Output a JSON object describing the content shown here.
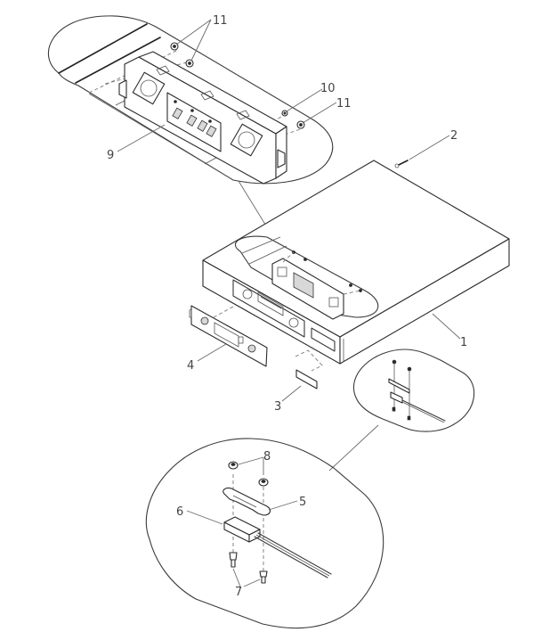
{
  "diagram": {
    "type": "exploded-parts-view",
    "callouts": [
      {
        "id": "1",
        "text": "1",
        "part": "enclosure"
      },
      {
        "id": "2",
        "text": "2",
        "part": "screw"
      },
      {
        "id": "3",
        "text": "3",
        "part": "label-plate"
      },
      {
        "id": "4",
        "text": "4",
        "part": "faceplate"
      },
      {
        "id": "5",
        "text": "5",
        "part": "mounting-bracket"
      },
      {
        "id": "6",
        "text": "6",
        "part": "sensor"
      },
      {
        "id": "7",
        "text": "7",
        "part": "screws"
      },
      {
        "id": "8",
        "text": "8",
        "part": "nuts"
      },
      {
        "id": "9",
        "text": "9",
        "part": "control-board"
      },
      {
        "id": "10",
        "text": "10",
        "part": "washer"
      },
      {
        "id": "11a",
        "text": "11",
        "part": "nuts-top"
      },
      {
        "id": "11b",
        "text": "11",
        "part": "nut-right"
      }
    ],
    "detail_views": [
      "control-board-detail",
      "sensor-detail-small",
      "sensor-detail-large"
    ]
  }
}
